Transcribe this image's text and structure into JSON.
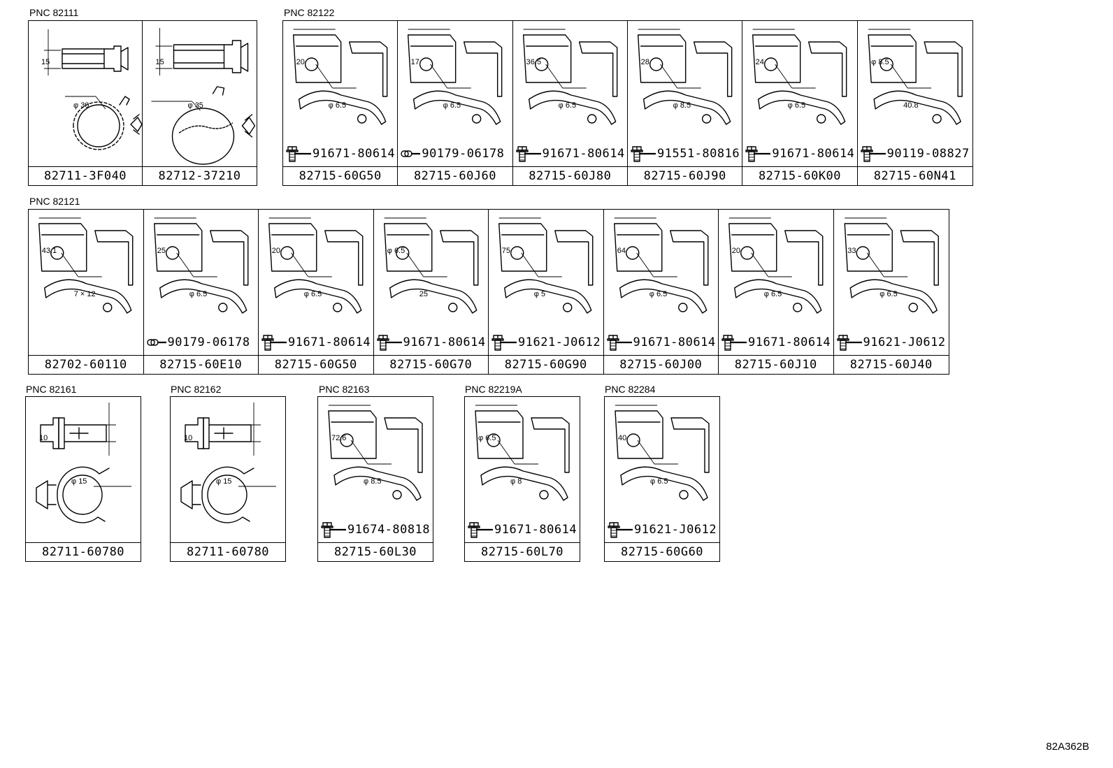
{
  "groups": [
    {
      "pnc": "PNC 82111",
      "cells": [
        {
          "part": "82711-3F040",
          "kind": "clampA",
          "dims": [
            "15",
            "φ 30"
          ]
        },
        {
          "part": "82712-37210",
          "kind": "clampB",
          "dims": [
            "15",
            "φ 35"
          ]
        }
      ]
    },
    {
      "pnc": "PNC 82122",
      "cells": [
        {
          "part": "82715-60G50",
          "kind": "bracket",
          "fastener": {
            "type": "bolt",
            "number": "91671-80614"
          },
          "dims": [
            "20",
            "φ 6.5"
          ]
        },
        {
          "part": "82715-60J60",
          "kind": "bracket",
          "fastener": {
            "type": "washer",
            "number": "90179-06178"
          },
          "dims": [
            "17",
            "φ 6.5"
          ]
        },
        {
          "part": "82715-60J80",
          "kind": "bracket",
          "fastener": {
            "type": "bolt",
            "number": "91671-80614"
          },
          "dims": [
            "36.5",
            "φ 6.5"
          ]
        },
        {
          "part": "82715-60J90",
          "kind": "bracket",
          "fastener": {
            "type": "bolt",
            "number": "91551-80816"
          },
          "dims": [
            "28",
            "φ 8.5"
          ]
        },
        {
          "part": "82715-60K00",
          "kind": "bracket",
          "fastener": {
            "type": "bolt",
            "number": "91671-80614"
          },
          "dims": [
            "24",
            "φ 6.5"
          ]
        },
        {
          "part": "82715-60N41",
          "kind": "bracket",
          "fastener": {
            "type": "bolt",
            "number": "90119-08827"
          },
          "dims": [
            "φ 8.5",
            "40.8"
          ]
        }
      ]
    },
    {
      "pnc": "PNC 82121",
      "cells": [
        {
          "part": "82702-60110",
          "kind": "bracket",
          "dims": [
            "43.1",
            "7 × 12"
          ]
        },
        {
          "part": "82715-60E10",
          "kind": "bracket",
          "fastener": {
            "type": "washer",
            "number": "90179-06178"
          },
          "dims": [
            "25",
            "φ 6.5"
          ]
        },
        {
          "part": "82715-60G50",
          "kind": "bracket",
          "fastener": {
            "type": "bolt",
            "number": "91671-80614"
          },
          "dims": [
            "20",
            "φ 6.5"
          ]
        },
        {
          "part": "82715-60G70",
          "kind": "bracket",
          "fastener": {
            "type": "bolt",
            "number": "91671-80614"
          },
          "dims": [
            "φ 6.5",
            "25"
          ]
        },
        {
          "part": "82715-60G90",
          "kind": "bracket",
          "fastener": {
            "type": "bolt",
            "number": "91621-J0612"
          },
          "dims": [
            "75",
            "φ 5"
          ]
        },
        {
          "part": "82715-60J00",
          "kind": "bracket",
          "fastener": {
            "type": "bolt",
            "number": "91671-80614"
          },
          "dims": [
            "64",
            "φ 6.5"
          ]
        },
        {
          "part": "82715-60J10",
          "kind": "bracket",
          "fastener": {
            "type": "bolt",
            "number": "91671-80614"
          },
          "dims": [
            "20",
            "φ 6.5"
          ]
        },
        {
          "part": "82715-60J40",
          "kind": "bracket",
          "fastener": {
            "type": "bolt",
            "number": "91621-J0612"
          },
          "dims": [
            "33",
            "φ 6.5"
          ]
        }
      ]
    },
    {
      "pnc": "PNC 82161",
      "cells": [
        {
          "part": "82711-60780",
          "kind": "clip",
          "dims": [
            "10",
            "φ 15"
          ]
        }
      ]
    },
    {
      "pnc": "PNC 82162",
      "cells": [
        {
          "part": "82711-60780",
          "kind": "clip",
          "dims": [
            "10",
            "φ 15"
          ]
        }
      ]
    },
    {
      "pnc": "PNC 82163",
      "cells": [
        {
          "part": "82715-60L30",
          "kind": "bracket",
          "fastener": {
            "type": "bolt",
            "number": "91674-80818"
          },
          "dims": [
            "72.6",
            "φ 8.5"
          ]
        }
      ]
    },
    {
      "pnc": "PNC 82219A",
      "cells": [
        {
          "part": "82715-60L70",
          "kind": "bracket",
          "fastener": {
            "type": "bolt",
            "number": "91671-80614"
          },
          "dims": [
            "φ 6.5",
            "φ 8"
          ]
        }
      ]
    },
    {
      "pnc": "PNC 82284",
      "cells": [
        {
          "part": "82715-60G60",
          "kind": "bracket",
          "fastener": {
            "type": "bolt",
            "number": "91621-J0612"
          },
          "dims": [
            "40",
            "φ 6.5"
          ]
        }
      ]
    }
  ],
  "reference": "82A362B"
}
